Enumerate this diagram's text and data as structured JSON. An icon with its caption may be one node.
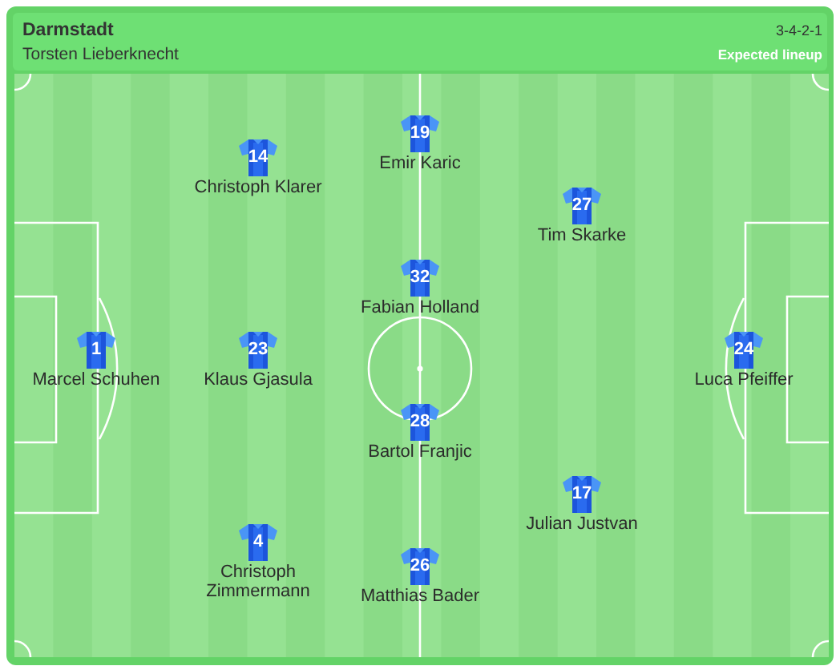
{
  "diagram": {
    "title": "Darmstadt",
    "nodes": [
      {
        "text": [
          "1"
        ],
        "beside": [
          "Marcel Schuhen"
        ]
      },
      {
        "text": [
          "14"
        ],
        "beside": [
          "Christoph Klarer"
        ]
      },
      {
        "text": [
          "23"
        ],
        "beside": [
          "Klaus Gjasula"
        ]
      },
      {
        "text": [
          "4"
        ],
        "beside": [
          "Christoph Zimmermann"
        ]
      },
      {
        "text": [
          "19"
        ],
        "beside": [
          "Emir Karic"
        ]
      },
      {
        "text": [
          "32"
        ],
        "beside": [
          "Fabian Holland"
        ]
      },
      {
        "text": [
          "28"
        ],
        "beside": [
          "Bartol Franjic"
        ]
      },
      {
        "text": [
          "26"
        ],
        "beside": [
          "Matthias Bader"
        ]
      },
      {
        "text": [
          "27"
        ],
        "beside": [
          "Tim Skarke"
        ]
      },
      {
        "text": [
          "17"
        ],
        "beside": [
          "Julian Justvan"
        ]
      },
      {
        "text": [
          "24"
        ],
        "beside": [
          "Luca Pfeiffer"
        ]
      }
    ],
    "labels": [
      "Torsten Lieberknecht",
      "3-4-2-1",
      "Expected lineup"
    ]
  }
}
